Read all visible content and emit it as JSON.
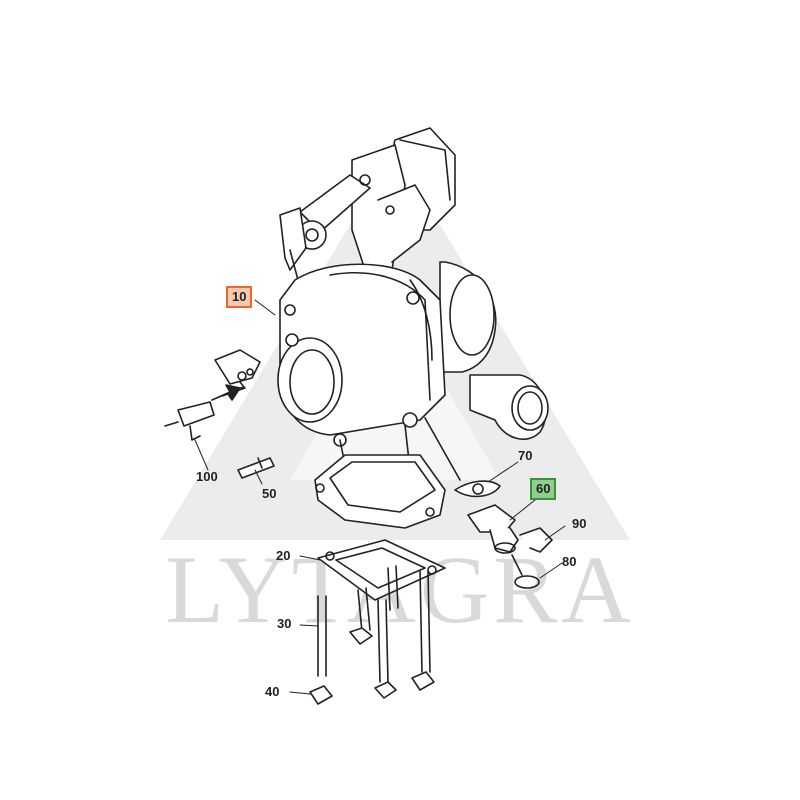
{
  "watermark": {
    "text": "LYTAGRA",
    "color": "#d9d9d9"
  },
  "callouts": [
    {
      "id": "10",
      "label": "10",
      "style": "boxed",
      "border": "#e8692c",
      "fill": "#f8c8b0"
    },
    {
      "id": "20",
      "label": "20",
      "style": "plain"
    },
    {
      "id": "30",
      "label": "30",
      "style": "plain"
    },
    {
      "id": "40",
      "label": "40",
      "style": "plain"
    },
    {
      "id": "50",
      "label": "50",
      "style": "plain"
    },
    {
      "id": "60",
      "label": "60",
      "style": "boxed",
      "border": "#3d8f3d",
      "fill": "#8fcf8a"
    },
    {
      "id": "70",
      "label": "70",
      "style": "plain"
    },
    {
      "id": "80",
      "label": "80",
      "style": "plain"
    },
    {
      "id": "90",
      "label": "90",
      "style": "plain"
    },
    {
      "id": "100",
      "label": "100",
      "style": "plain"
    }
  ],
  "colors": {
    "line": "#222222",
    "part_fill": "#ffffff",
    "watermark_tri": "#e6e6e6"
  }
}
